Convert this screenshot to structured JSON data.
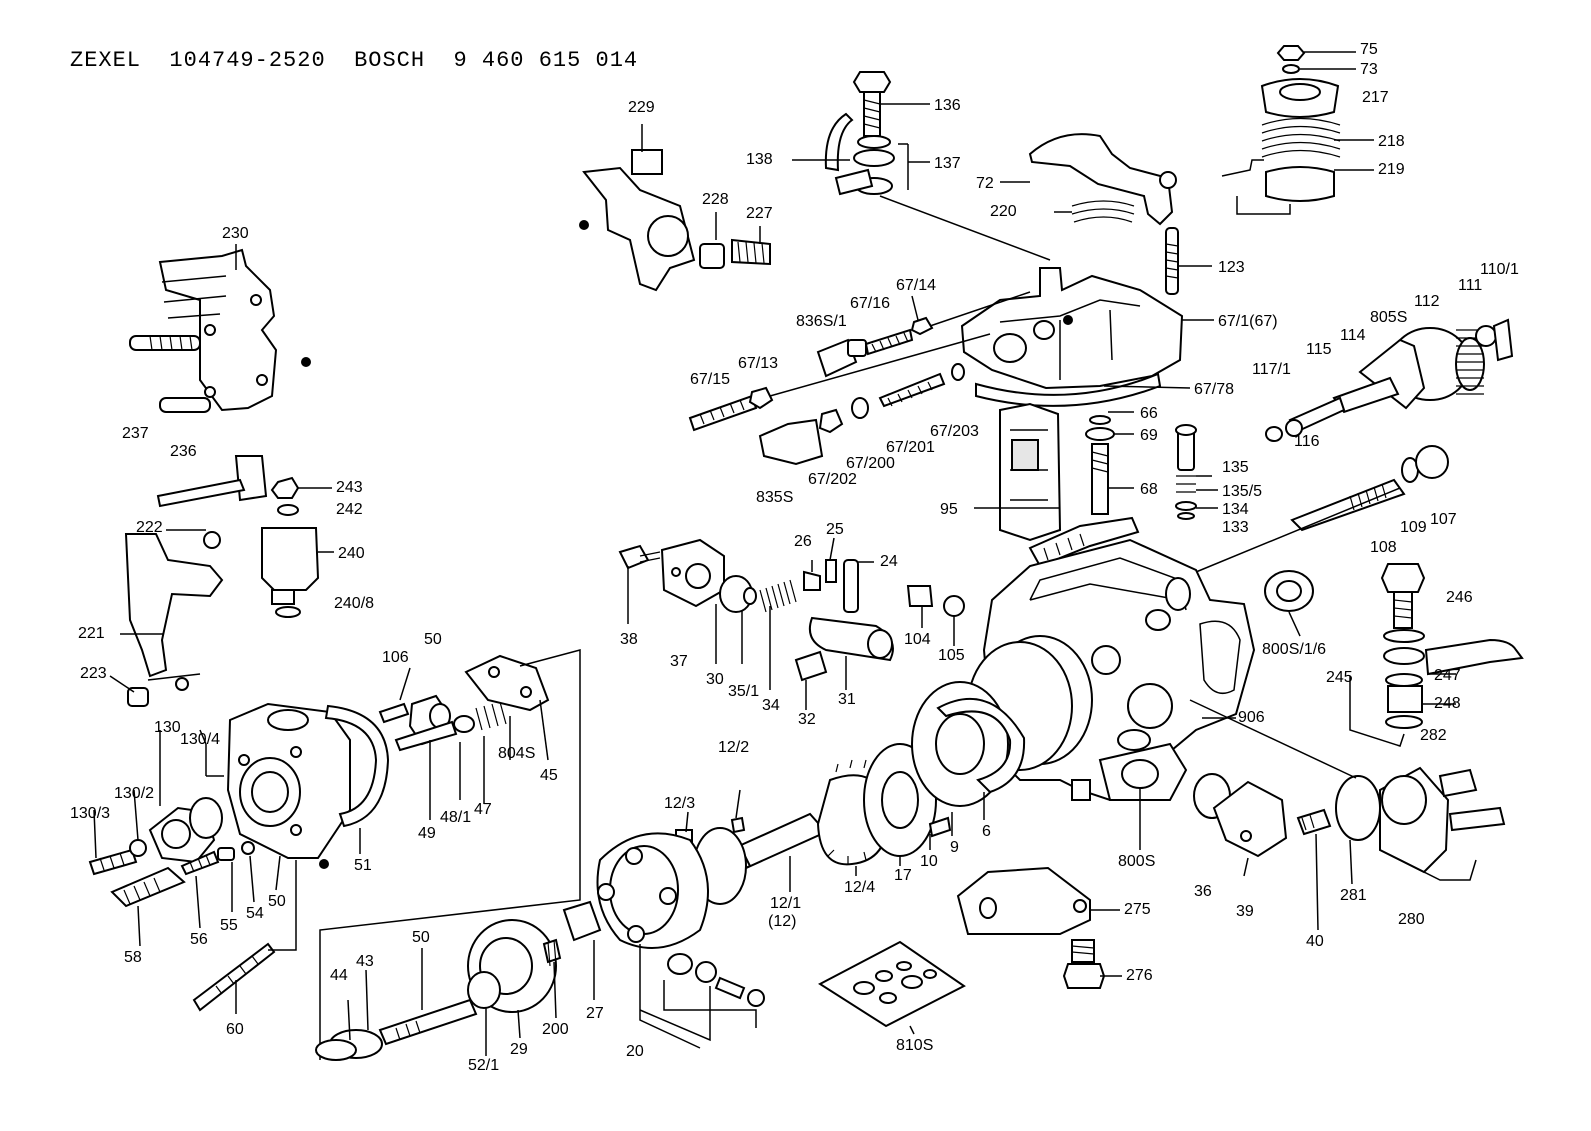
{
  "title": {
    "make1": "ZEXEL",
    "part1": "104749-2520",
    "make2": "BOSCH",
    "part2": "9 460 615 014"
  },
  "parts": [
    {
      "key": "p75",
      "label": "75"
    },
    {
      "key": "p73",
      "label": "73"
    },
    {
      "key": "p217",
      "label": "217"
    },
    {
      "key": "p218",
      "label": "218"
    },
    {
      "key": "p219",
      "label": "219"
    },
    {
      "key": "p229",
      "label": "229"
    },
    {
      "key": "p136",
      "label": "136"
    },
    {
      "key": "p138",
      "label": "138"
    },
    {
      "key": "p137",
      "label": "137"
    },
    {
      "key": "p72",
      "label": "72"
    },
    {
      "key": "p220",
      "label": "220"
    },
    {
      "key": "p228",
      "label": "228"
    },
    {
      "key": "p227",
      "label": "227"
    },
    {
      "key": "p230",
      "label": "230"
    },
    {
      "key": "p123",
      "label": "123"
    },
    {
      "key": "p110_1",
      "label": "110/1"
    },
    {
      "key": "p111",
      "label": "111"
    },
    {
      "key": "p112",
      "label": "112"
    },
    {
      "key": "p805S",
      "label": "805S"
    },
    {
      "key": "p114",
      "label": "114"
    },
    {
      "key": "p67_14",
      "label": "67/14"
    },
    {
      "key": "p67_16",
      "label": "67/16"
    },
    {
      "key": "p836S_1",
      "label": "836S/1"
    },
    {
      "key": "p67_1",
      "label": "67/1(67)"
    },
    {
      "key": "p115",
      "label": "115"
    },
    {
      "key": "p117_1",
      "label": "117/1"
    },
    {
      "key": "p67_13",
      "label": "67/13"
    },
    {
      "key": "p67_15",
      "label": "67/15"
    },
    {
      "key": "p67_78",
      "label": "67/78"
    },
    {
      "key": "p237",
      "label": "237"
    },
    {
      "key": "p236",
      "label": "236"
    },
    {
      "key": "p66",
      "label": "66"
    },
    {
      "key": "p69",
      "label": "69"
    },
    {
      "key": "p116",
      "label": "116"
    },
    {
      "key": "p67_203",
      "label": "67/203"
    },
    {
      "key": "p67_201",
      "label": "67/201"
    },
    {
      "key": "p67_200",
      "label": "67/200"
    },
    {
      "key": "p67_202",
      "label": "67/202"
    },
    {
      "key": "p835S",
      "label": "835S"
    },
    {
      "key": "p135",
      "label": "135"
    },
    {
      "key": "p135_5",
      "label": "135/5"
    },
    {
      "key": "p68",
      "label": "68"
    },
    {
      "key": "p134",
      "label": "134"
    },
    {
      "key": "p133",
      "label": "133"
    },
    {
      "key": "p243",
      "label": "243"
    },
    {
      "key": "p242",
      "label": "242"
    },
    {
      "key": "p95",
      "label": "95"
    },
    {
      "key": "p109",
      "label": "109"
    },
    {
      "key": "p107",
      "label": "107"
    },
    {
      "key": "p108",
      "label": "108"
    },
    {
      "key": "p222",
      "label": "222"
    },
    {
      "key": "p26",
      "label": "26"
    },
    {
      "key": "p25",
      "label": "25"
    },
    {
      "key": "p24",
      "label": "24"
    },
    {
      "key": "p240",
      "label": "240"
    },
    {
      "key": "p240_8",
      "label": "240/8"
    },
    {
      "key": "p246",
      "label": "246"
    },
    {
      "key": "p38",
      "label": "38"
    },
    {
      "key": "p221",
      "label": "221"
    },
    {
      "key": "p104",
      "label": "104"
    },
    {
      "key": "p105",
      "label": "105"
    },
    {
      "key": "p800S_1_6",
      "label": "800S/1/6"
    },
    {
      "key": "p106",
      "label": "106"
    },
    {
      "key": "p50a",
      "label": "50"
    },
    {
      "key": "p37",
      "label": "37"
    },
    {
      "key": "p223",
      "label": "223"
    },
    {
      "key": "p30",
      "label": "30"
    },
    {
      "key": "p35_1",
      "label": "35/1"
    },
    {
      "key": "p34",
      "label": "34"
    },
    {
      "key": "p31",
      "label": "31"
    },
    {
      "key": "p32",
      "label": "32"
    },
    {
      "key": "p247",
      "label": "247"
    },
    {
      "key": "p245",
      "label": "245"
    },
    {
      "key": "p248",
      "label": "248"
    },
    {
      "key": "p130",
      "label": "130"
    },
    {
      "key": "p906",
      "label": "906"
    },
    {
      "key": "p282",
      "label": "282"
    },
    {
      "key": "p130_4",
      "label": "130/4"
    },
    {
      "key": "p12_2",
      "label": "12/2"
    },
    {
      "key": "p804S",
      "label": "804S"
    },
    {
      "key": "p45",
      "label": "45"
    },
    {
      "key": "p130_2",
      "label": "130/2"
    },
    {
      "key": "p49",
      "label": "49"
    },
    {
      "key": "p48_1",
      "label": "48/1"
    },
    {
      "key": "p47",
      "label": "47"
    },
    {
      "key": "p12_3",
      "label": "12/3"
    },
    {
      "key": "p130_3",
      "label": "130/3"
    },
    {
      "key": "p6",
      "label": "6"
    },
    {
      "key": "p9",
      "label": "9"
    },
    {
      "key": "p10",
      "label": "10"
    },
    {
      "key": "p51",
      "label": "51"
    },
    {
      "key": "p17",
      "label": "17"
    },
    {
      "key": "p12_4",
      "label": "12/4"
    },
    {
      "key": "p800S",
      "label": "800S"
    },
    {
      "key": "p281",
      "label": "281"
    },
    {
      "key": "p280",
      "label": "280"
    },
    {
      "key": "p36",
      "label": "36"
    },
    {
      "key": "p39",
      "label": "39"
    },
    {
      "key": "p55",
      "label": "55"
    },
    {
      "key": "p54",
      "label": "54"
    },
    {
      "key": "p50b",
      "label": "50"
    },
    {
      "key": "p56",
      "label": "56"
    },
    {
      "key": "p58",
      "label": "58"
    },
    {
      "key": "p12_1",
      "label": "12/1"
    },
    {
      "key": "p12",
      "label": "(12)"
    },
    {
      "key": "p275",
      "label": "275"
    },
    {
      "key": "p40",
      "label": "40"
    },
    {
      "key": "p50c",
      "label": "50"
    },
    {
      "key": "p43",
      "label": "43"
    },
    {
      "key": "p44",
      "label": "44"
    },
    {
      "key": "p276",
      "label": "276"
    },
    {
      "key": "p27",
      "label": "27"
    },
    {
      "key": "p200",
      "label": "200"
    },
    {
      "key": "p60",
      "label": "60"
    },
    {
      "key": "p29",
      "label": "29"
    },
    {
      "key": "p20",
      "label": "20"
    },
    {
      "key": "p810S",
      "label": "810S"
    },
    {
      "key": "p52_1",
      "label": "52/1"
    }
  ]
}
